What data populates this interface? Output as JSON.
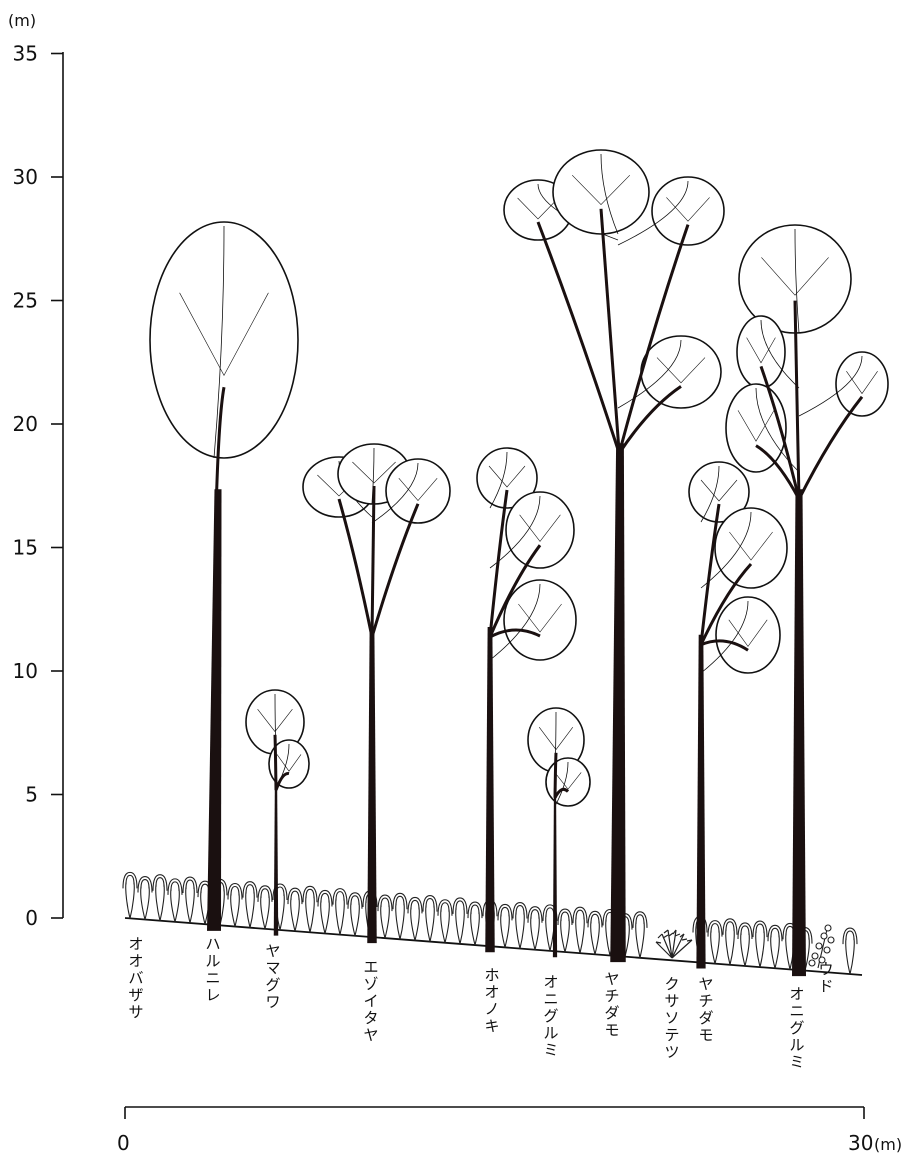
{
  "y_axis": {
    "unit": "(m)",
    "ticks": [
      "0",
      "5",
      "10",
      "15",
      "20",
      "25",
      "30",
      "35"
    ]
  },
  "scale_bar": {
    "start_label": "0",
    "end_label": "30",
    "unit": "(m)"
  },
  "species": [
    {
      "name": "オオバザサ",
      "height_m": 1.5
    },
    {
      "name": "ハルニレ",
      "height_m": 28
    },
    {
      "name": "ヤマグワ",
      "height_m": 9
    },
    {
      "name": "エゾイタヤ",
      "height_m": 19
    },
    {
      "name": "ホオノキ",
      "height_m": 19
    },
    {
      "name": "オニグルミ",
      "height_m": 8.5
    },
    {
      "name": "ヤチダモ",
      "height_m": 31
    },
    {
      "name": "クサソテツ",
      "height_m": 0.8
    },
    {
      "name": "ヤチダモ",
      "height_m": 18.5
    },
    {
      "name": "オニグルミ",
      "height_m": 28
    },
    {
      "name": "ウド",
      "height_m": 1.5
    }
  ]
}
